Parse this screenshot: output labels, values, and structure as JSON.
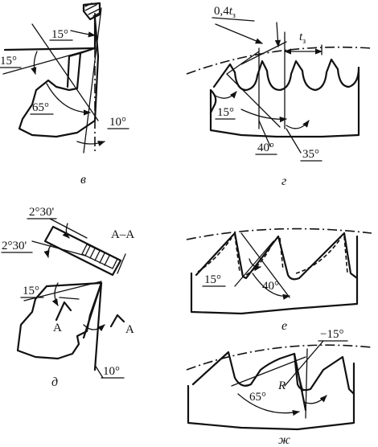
{
  "panels": {
    "v": {
      "caption": "в",
      "angles": [
        "15°",
        "15°",
        "65°",
        "10°"
      ]
    },
    "g": {
      "caption": "г",
      "dim_tooth_depth": "0,4",
      "dim_tooth_depth_var": "t",
      "dim_tooth_depth_sub": "з",
      "dim_pitch_var": "t",
      "dim_pitch_sub": "з",
      "angles": [
        "15°",
        "40°",
        "35°"
      ]
    },
    "d": {
      "caption": "д",
      "angles": [
        "2°30'",
        "2°30'",
        "15°",
        "10°"
      ],
      "section_label": "A–A",
      "section_marks": [
        "A",
        "A"
      ]
    },
    "e": {
      "caption": "е",
      "angles": [
        "15°",
        "40°"
      ]
    },
    "zh": {
      "caption": "ж",
      "angles": [
        "−15°",
        "65°"
      ],
      "radius_label": "R"
    }
  }
}
